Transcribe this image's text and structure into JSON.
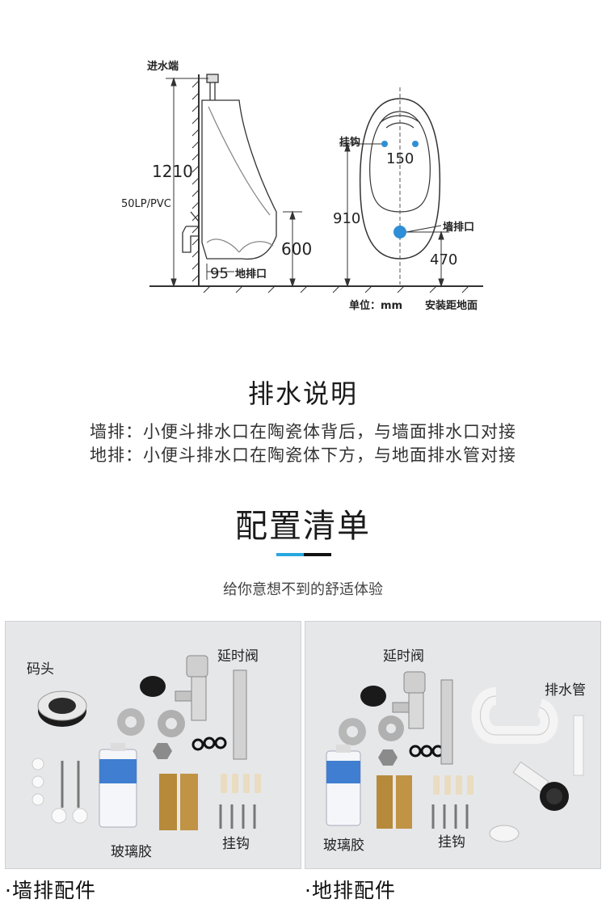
{
  "diagram": {
    "water_inlet": "进水端",
    "height_1210": "1210",
    "pipe_spec": "50LP/PVC",
    "height_600": "600",
    "offset_95": "95",
    "floor_drain": "地排口",
    "hook": "挂钩",
    "hook_spacing": "150",
    "height_910": "910",
    "wall_drain": "墙排口",
    "height_470": "470",
    "unit_note": "单位：mm",
    "install_note": "安装距地面",
    "accent_blue": "#2f8fd6"
  },
  "drain": {
    "title": "排水说明",
    "lines": [
      "墙排：小便斗排水口在陶瓷体背后，与墙面排水口对接",
      "地排：小便斗排水口在陶瓷体下方，与地面排水管对接"
    ]
  },
  "package": {
    "title": "配置清单",
    "subtitle": "给你意想不到的舒适体验",
    "accent_colors": [
      "#29a8e0",
      "#111111"
    ]
  },
  "panels": [
    {
      "caption": "·墙排配件",
      "labels": {
        "flange": "码头",
        "valve": "延时阀",
        "glue": "玻璃胶",
        "hooks": "挂钩"
      }
    },
    {
      "caption": "·地排配件",
      "labels": {
        "valve": "延时阀",
        "pipe": "排水管",
        "glue": "玻璃胶",
        "hooks": "挂钩"
      }
    }
  ]
}
